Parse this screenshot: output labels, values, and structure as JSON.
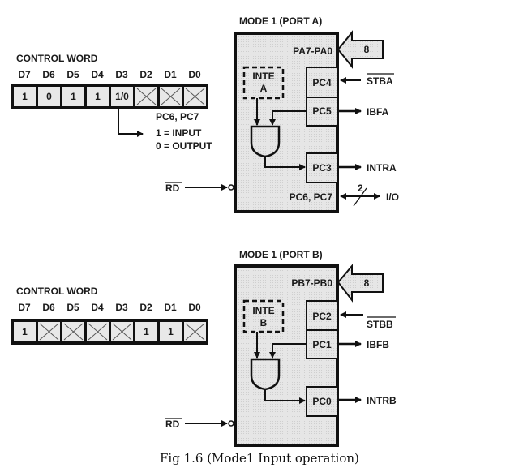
{
  "caption": "Fig 1.6 (Mode1 Input operation)",
  "port_a": {
    "title": "MODE 1 (PORT A)",
    "control_word": {
      "label": "CONTROL WORD",
      "bit_labels": [
        "D7",
        "D6",
        "D5",
        "D4",
        "D3",
        "D2",
        "D1",
        "D0"
      ],
      "bits": [
        "1",
        "0",
        "1",
        "1",
        "1/0",
        "X",
        "X",
        "X"
      ]
    },
    "d3_note": {
      "line1": "PC6, PC7",
      "line2": "1 = INPUT",
      "line3": "0 = OUTPUT"
    },
    "bus_label": "PA7-PA0",
    "bus_width": "8",
    "inte": {
      "line1": "INTE",
      "line2": "A"
    },
    "pins": {
      "stb": "PC4",
      "ibf": "PC5",
      "intr": "PC3",
      "io": "PC6, PC7"
    },
    "signals": {
      "stb": "STBA",
      "ibf": "IBFA",
      "intr": "INTRA",
      "io": "I/O",
      "io_width": "2",
      "rd": "RD"
    }
  },
  "port_b": {
    "title": "MODE 1 (PORT B)",
    "control_word": {
      "label": "CONTROL WORD",
      "bit_labels": [
        "D7",
        "D6",
        "D5",
        "D4",
        "D3",
        "D2",
        "D1",
        "D0"
      ],
      "bits": [
        "1",
        "X",
        "X",
        "X",
        "X",
        "1",
        "1",
        "X"
      ]
    },
    "bus_label": "PB7-PB0",
    "bus_width": "8",
    "inte": {
      "line1": "INTE",
      "line2": "B"
    },
    "pins": {
      "stb": "PC2",
      "ibf": "PC1",
      "intr": "PC0"
    },
    "signals": {
      "stb": "STBB",
      "ibf": "IBFB",
      "intr": "INTRB",
      "rd": "RD"
    }
  }
}
